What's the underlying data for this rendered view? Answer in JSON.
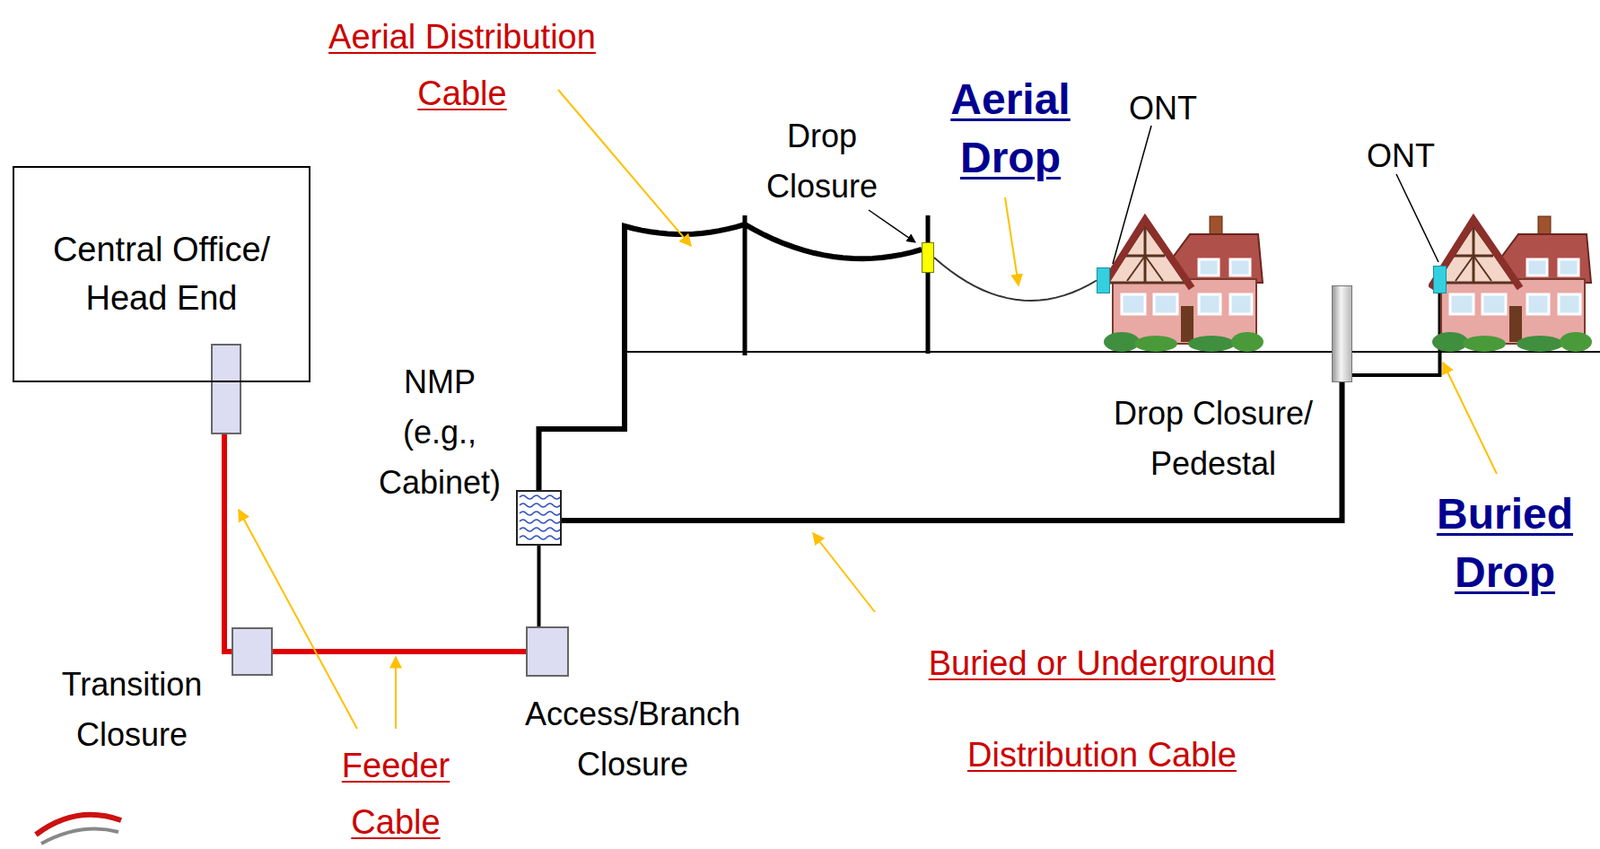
{
  "diagram": {
    "nodes": [
      {
        "text": [
          "Central Office/ Head End"
        ]
      },
      {
        "text": [
          "Transition Closure"
        ]
      },
      {
        "text": [
          "Access/Branch Closure"
        ]
      },
      {
        "text": [
          "NMP (e.g., Cabinet)"
        ]
      },
      {
        "text": [
          "Drop Closure"
        ]
      },
      {
        "text": [
          "ONT"
        ]
      },
      {
        "text": [
          "Drop Closure/ Pedestal"
        ]
      },
      {
        "text": [
          "ONT"
        ]
      }
    ],
    "edges": [
      {
        "from": 0,
        "to": 1,
        "arrow": "none"
      },
      {
        "from": 1,
        "to": 2,
        "arrow": "none"
      },
      {
        "from": 2,
        "to": 3,
        "arrow": "none"
      },
      {
        "from": 3,
        "to": 4,
        "arrow": "none"
      },
      {
        "from": 4,
        "to": 5,
        "arrow": "none"
      },
      {
        "from": 3,
        "to": 6,
        "arrow": "none"
      },
      {
        "from": 6,
        "to": 7,
        "arrow": "none"
      }
    ],
    "labels": [
      "Aerial Distribution Cable",
      "Aerial Drop",
      "Buried Drop",
      "Buried or Underground Distribution Cable",
      "Feeder Cable"
    ]
  }
}
